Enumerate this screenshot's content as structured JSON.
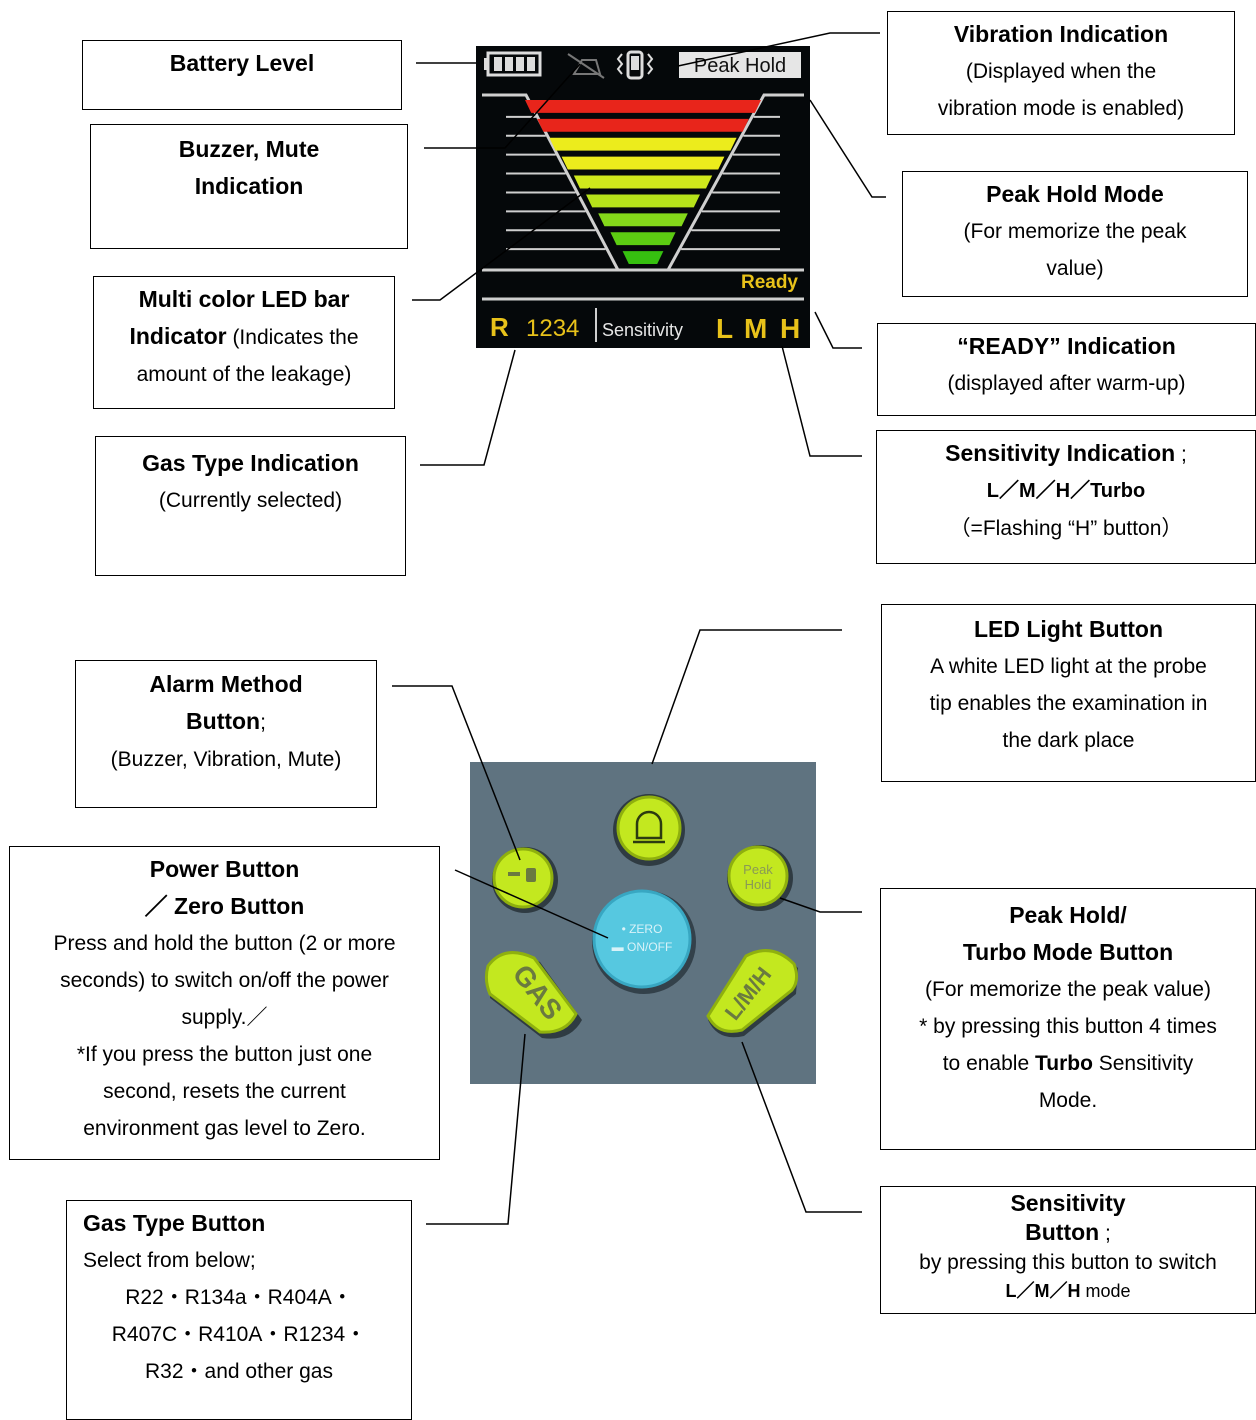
{
  "display": {
    "peak_hold_tag": "Peak Hold",
    "ready_text": "Ready",
    "gas_letter": "R",
    "gas_number": "1234",
    "sensitivity_label": "Sensitivity",
    "levels": [
      "L",
      "M",
      "H"
    ],
    "bar_colors": [
      "#e8251b",
      "#e8251b",
      "#ecec1c",
      "#ecec1c",
      "#cfe81c",
      "#b6e21a",
      "#84d81a",
      "#5ccc12",
      "#36c010"
    ]
  },
  "keypad": {
    "zero_label": "• ZERO",
    "onoff_label": "▬ ON/OFF",
    "peak_label_1": "Peak",
    "peak_label_2": "Hold",
    "gas_label": "GAS",
    "lmh_label": "L/M/H"
  },
  "callouts": {
    "battery": {
      "title": "Battery Level"
    },
    "buzzer": {
      "title_1": "Buzzer, Mute",
      "title_2": "Indication"
    },
    "ledbar": {
      "title_1": "Multi color LED bar",
      "title_2": "Indicator",
      "desc_2": " (Indicates the",
      "desc_3": "amount of the leakage)"
    },
    "gastype": {
      "title": "Gas Type Indication",
      "desc": "(Currently selected)"
    },
    "vibration": {
      "title": "Vibration Indication",
      "desc_1": "(Displayed when the",
      "desc_2": "vibration mode is enabled)"
    },
    "peakhold": {
      "title": "Peak Hold Mode",
      "desc_1": "(For memorize the peak",
      "desc_2": "value)"
    },
    "ready": {
      "title": "“READY” Indication",
      "desc": "(displayed after warm-up)"
    },
    "sensitivity": {
      "title": "Sensitivity Indication",
      "sep": " ;",
      "modes": "L／M／H／Turbo",
      "desc": "（=Flashing “H” button）"
    },
    "ledlight": {
      "title": "LED Light Button",
      "desc_1": "A white LED light at the probe",
      "desc_2": "tip enables the examination in",
      "desc_3": "the dark place"
    },
    "alarm": {
      "title_1": "Alarm Method",
      "title_2": "Button",
      "sep": ";",
      "desc": "(Buzzer, Vibration, Mute)"
    },
    "power": {
      "title_1": "Power Button",
      "title_2": "／ Zero Button",
      "desc_1": "Press and hold the button (2 or more",
      "desc_2": "seconds) to switch on/off the power",
      "desc_3": "supply.／",
      "desc_4": "*If you press the button just one",
      "desc_5": "second, resets the current",
      "desc_6": "environment gas level to Zero."
    },
    "peakturbo": {
      "title_1": "Peak Hold/",
      "title_2": "Turbo Mode Button",
      "desc_1": "(For memorize the peak value)",
      "desc_2": "* by pressing this button 4 times",
      "desc_3a": "to enable ",
      "desc_3b": "Turbo",
      "desc_3c": " Sensitivity",
      "desc_4": "Mode."
    },
    "gasbutton": {
      "title": "Gas Type Button",
      "desc_1": "Select from below;",
      "desc_2": "R22・R134a・R404A・",
      "desc_3": "R407C・R410A・R1234・",
      "desc_4": "R32・and other gas"
    },
    "sensbutton": {
      "title_1": "Sensitivity",
      "title_2": "Button",
      "sep": " ;",
      "desc_1": "by pressing this button to switch",
      "modes": "L／M／H",
      "mode_word": " mode"
    }
  }
}
